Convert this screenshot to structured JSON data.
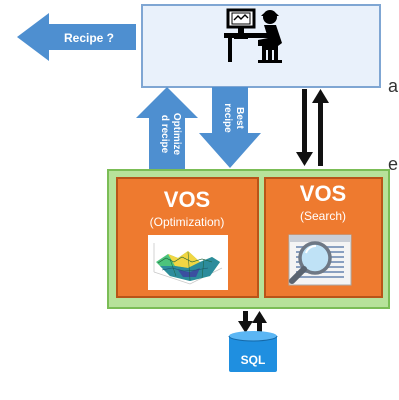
{
  "colors": {
    "top_box_fill": "#e9f1fb",
    "top_box_stroke": "#7fa6d3",
    "blue_arrow": "#4e8fd0",
    "outer_green_fill": "#b7e29a",
    "outer_green_stroke": "#7bbd56",
    "orange_fill": "#ee7a2f",
    "orange_stroke": "#b95418",
    "black_arrow": "#111111",
    "sql_fill": "#1f8fe0"
  },
  "icons": {
    "engineer": "engineer-at-computer-icon",
    "surface_plot": "surface-plot-icon",
    "search_doc": "magnifier-document-icon",
    "sql": "sql-database-icon"
  },
  "labels": {
    "recipe_query": "Recipe ?",
    "optimized_recipe": [
      "Optimize",
      "d recipe"
    ],
    "best_recipe": [
      "Best",
      "recipe"
    ],
    "vos_left_title": "VOS",
    "vos_left_sub": "(Optimization)",
    "vos_right_title": "VOS",
    "vos_right_sub": "(Search)",
    "sql": "SQL"
  },
  "cropped_text": {
    "left_a": "a",
    "left_e": "e"
  }
}
